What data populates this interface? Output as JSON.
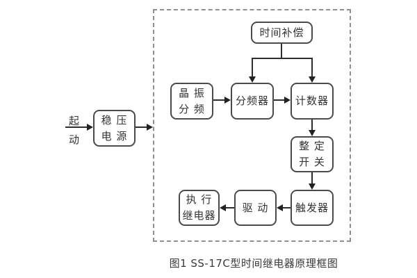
{
  "diagram": {
    "caption": "图1 SS-17C型时间继电器原理框图",
    "start_label": {
      "line1": "起",
      "line2": "动"
    },
    "blocks": {
      "power": {
        "line1": "稳 压",
        "line2": "电 源"
      },
      "time_comp": {
        "line1": "时间补偿"
      },
      "crystal": {
        "line1": "晶 振",
        "line2": "分 频"
      },
      "divider": {
        "line1": "分频器"
      },
      "counter": {
        "line1": "计数器"
      },
      "setting_switch": {
        "line1": "整 定",
        "line2": "开 关"
      },
      "trigger": {
        "line1": "触发器"
      },
      "driver": {
        "line1": "驱 动"
      },
      "exec_relay": {
        "line1": "执 行",
        "line2": "继电器"
      }
    },
    "colors": {
      "line": "#2e2e2e",
      "box_border": "#4a4a4a",
      "dashed_border": "#8f8f8f",
      "text": "#3a3a3a",
      "background": "#ffffff"
    }
  }
}
